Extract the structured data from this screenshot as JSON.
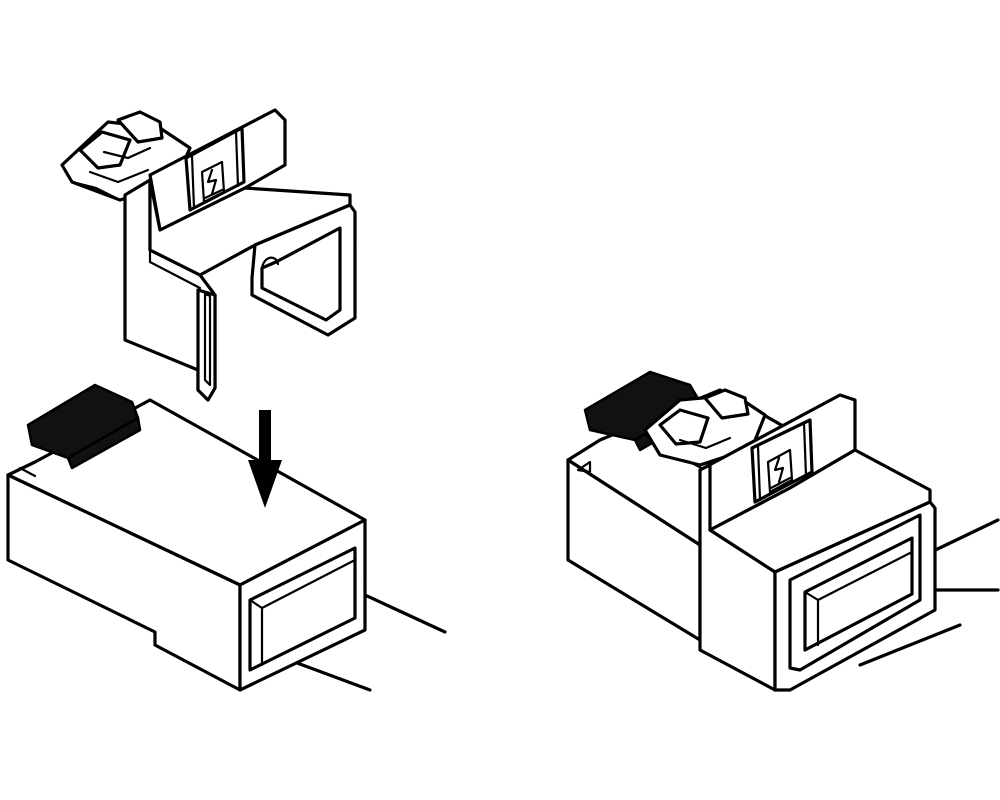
{
  "diagram": {
    "panels": [
      {
        "id": "step-before",
        "description_visible": false
      },
      {
        "id": "step-after",
        "description_visible": false
      }
    ],
    "arrow_direction": "down",
    "colors": {
      "line": "#000000",
      "background": "#ffffff",
      "fill": "#111111"
    },
    "icons": [
      "arrow-down-icon",
      "lightning-warning-icon"
    ]
  }
}
